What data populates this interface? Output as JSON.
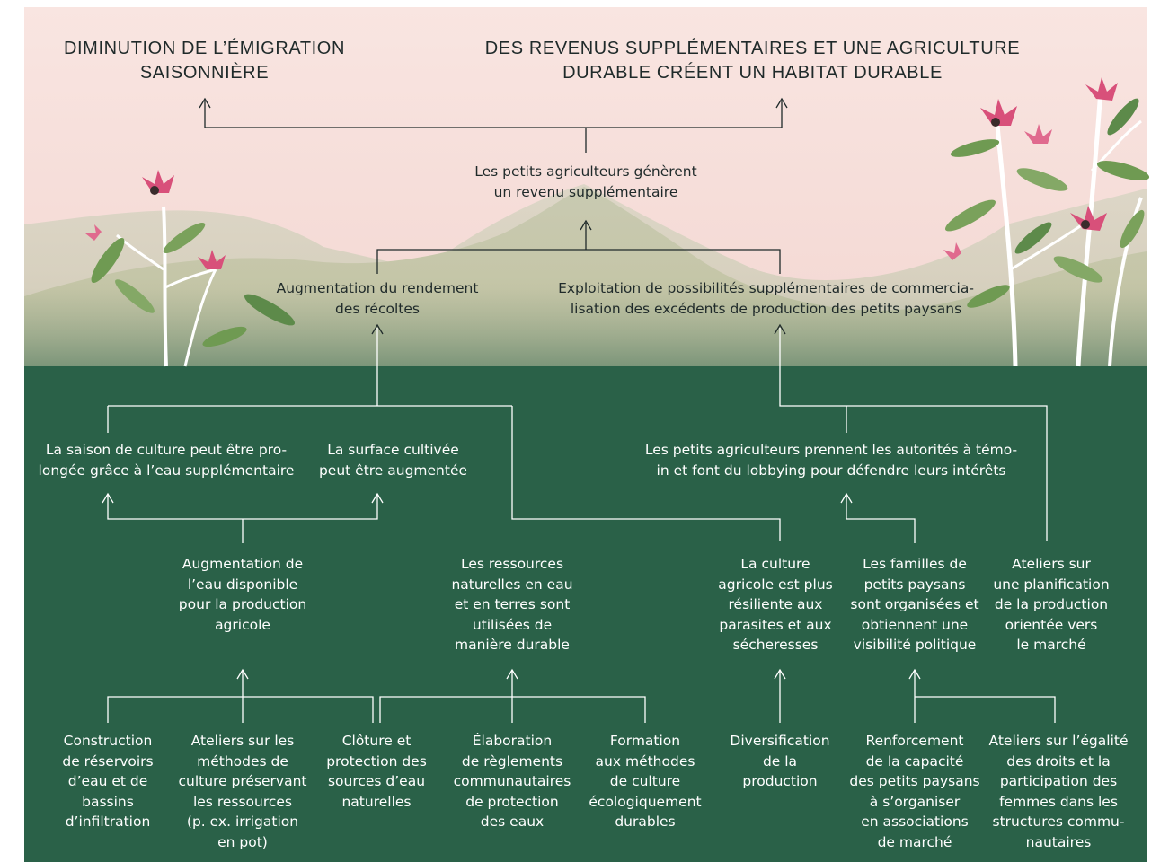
{
  "colors": {
    "sky": "#f8e4e0",
    "mountain": "#c6c8ae",
    "ground": "#2a6148",
    "text_dark": "#1f2a2a",
    "text_light": "#ffffff",
    "leaf": "#6f9a52",
    "flower": "#d8507a"
  },
  "outcomes": {
    "emigration": [
      "DIMINUTION DE L’ÉMIGRATION",
      "SAISONNIÈRE"
    ],
    "income_habitat": [
      "DES REVENUS SUPPLÉMENTAIRES ET UNE AGRICULTURE",
      "DURABLE CRÉENT UN HABITAT DURABLE"
    ]
  },
  "mid": {
    "extra_income": [
      "Les petits agriculteurs génèrent",
      "un revenu supplémentaire"
    ],
    "yield_increase": [
      "Augmentation du rendement",
      "des récoltes"
    ],
    "marketing": [
      "Exploitation de possibilités supplémentaires de commercia-",
      "lisation des excédents de production des petits paysans"
    ]
  },
  "level3": {
    "season_extended": [
      "La saison de culture peut être pro-",
      "longée grâce à l’eau supplémentaire"
    ],
    "surface_increased": [
      "La surface cultivée",
      "peut être augmentée"
    ],
    "lobbying": [
      "Les petits agriculteurs prennent les autorités à témo-",
      "in et font du lobbying pour défendre leurs intérêts"
    ]
  },
  "level4": {
    "water_available": [
      "Augmentation de",
      "l’eau disponible",
      "pour la production",
      "agricole"
    ],
    "resources_sustainable": [
      "Les ressources",
      "naturelles en eau",
      "et en terres sont",
      "utilisées de",
      "manière durable"
    ],
    "resilient": [
      "La culture",
      "agricole est plus",
      "résiliente aux",
      "parasites et aux",
      "sécheresses"
    ],
    "families_organised": [
      "Les familles de",
      "petits paysans",
      "sont organisées et",
      "obtiennent une",
      "visibilité politique"
    ],
    "market_workshops": [
      "Ateliers sur",
      "une planification",
      "de la production",
      "orientée vers",
      "le marché"
    ]
  },
  "activities": {
    "reservoirs": [
      "Construction",
      "de réservoirs",
      "d’eau et de",
      "bassins",
      "d’infiltration"
    ],
    "workshops_methods": [
      "Ateliers sur les",
      "méthodes de",
      "culture préservant",
      "les ressources",
      "(p. ex. irrigation",
      "en pot)"
    ],
    "fencing": [
      "Clôture et",
      "protection des",
      "sources d’eau",
      "naturelles"
    ],
    "regulations": [
      "Élaboration",
      "de règlements",
      "communautaires",
      "de protection",
      "des eaux"
    ],
    "training": [
      "Formation",
      "aux méthodes",
      "de culture",
      "écologiquement",
      "durables"
    ],
    "diversification": [
      "Diversification",
      "de la",
      "production"
    ],
    "capacity": [
      "Renforcement",
      "de la capacité",
      "des petits paysans",
      "à s’organiser",
      "en associations",
      "de marché"
    ],
    "equality": [
      "Ateliers sur l’égalité",
      "des droits et la",
      "participation des",
      "femmes dans les",
      "structures commu-",
      "nautaires"
    ]
  }
}
